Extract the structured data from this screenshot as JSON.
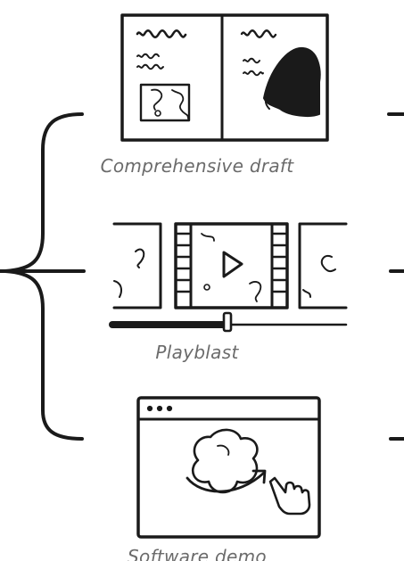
{
  "items": [
    {
      "caption": "Comprehensive draft"
    },
    {
      "caption": "Playblast"
    },
    {
      "caption": "Software demo"
    }
  ],
  "icons": [
    "storyboard-pages-icon",
    "film-strip-play-icon",
    "software-window-cursor-icon"
  ],
  "colors": {
    "ink": "#1a1a1a",
    "caption": "#6b6b6b",
    "background": "#ffffff"
  }
}
